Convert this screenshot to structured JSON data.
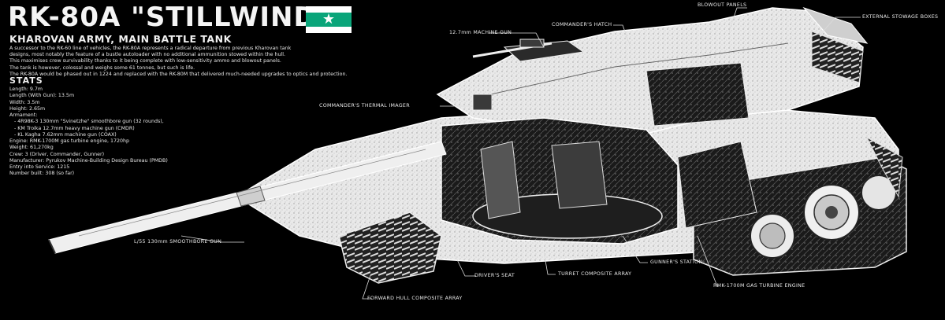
{
  "header": {
    "title": "RK-80A \"STILLWIND\"",
    "subtitle": "KHAROVAN ARMY, MAIN BATTLE TANK"
  },
  "flag": {
    "colors": {
      "field": "#ffffff",
      "band": "#0aa57a"
    },
    "emblem": "star-icon"
  },
  "description": [
    "A successor to the RK-60 line of vehicles, the RK-80A represents a radical departure from previous Kharovan tank",
    "designs, most notably the feature of a bustle autoloader with no additional ammunition stowed within the hull.",
    "This maximises crew survivability thanks to it being complete with low-sensitivity ammo and blowout panels.",
    "The tank is however, colossal and weighs some 61 tonnes, but such is life.",
    "The RK-80A would be phased out in 1224 and replaced with the RK-80M that delivered much-needed upgrades to optics and protection."
  ],
  "stats": {
    "heading": "STATS",
    "lines": [
      "Length: 9.7m",
      "Length (With Gun): 13.5m",
      "Width: 3.5m",
      "Height: 2.65m",
      "Armament:",
      "- 4R98K-3 130mm \"Svinetzhe\" smoothbore gun (32 rounds),",
      "- KM Troika 12.7mm heavy machine gun (CMDR)",
      "- KL Kagha 7.62mm machine gun (COAX)",
      "Engine: RMK-1700M gas turbine engine, 1720hp",
      "Weight: 61,270kg",
      "Crew: 3 (Driver, Commander, Gunner)",
      "Manufacturer: Pyrukov Machine-Building Design Bureau (PMDB)",
      "Entry into Service: 1215",
      "Number built: 308 (so far)"
    ]
  },
  "callouts": {
    "blowout_panels": "BLOWOUT PANELS",
    "external_stowage": "EXTERNAL STOWAGE BOXES",
    "machine_gun": "12.7mm MACHINE GUN",
    "commanders_hatch": "COMMANDER'S HATCH",
    "thermal_imager": "COMMANDER'S THERMAL IMAGER",
    "smoothbore_gun": "L/55 130mm SMOOTHBORE GUN",
    "drivers_seat": "DRIVER'S SEAT",
    "turret_composite": "TURRET COMPOSITE ARRAY",
    "gunners_station": "GUNNER'S STATION",
    "turbine_engine": "RMK-1700M GAS TURBINE ENGINE",
    "forward_hull_array": "FORWARD HULL COMPOSITE ARRAY"
  }
}
